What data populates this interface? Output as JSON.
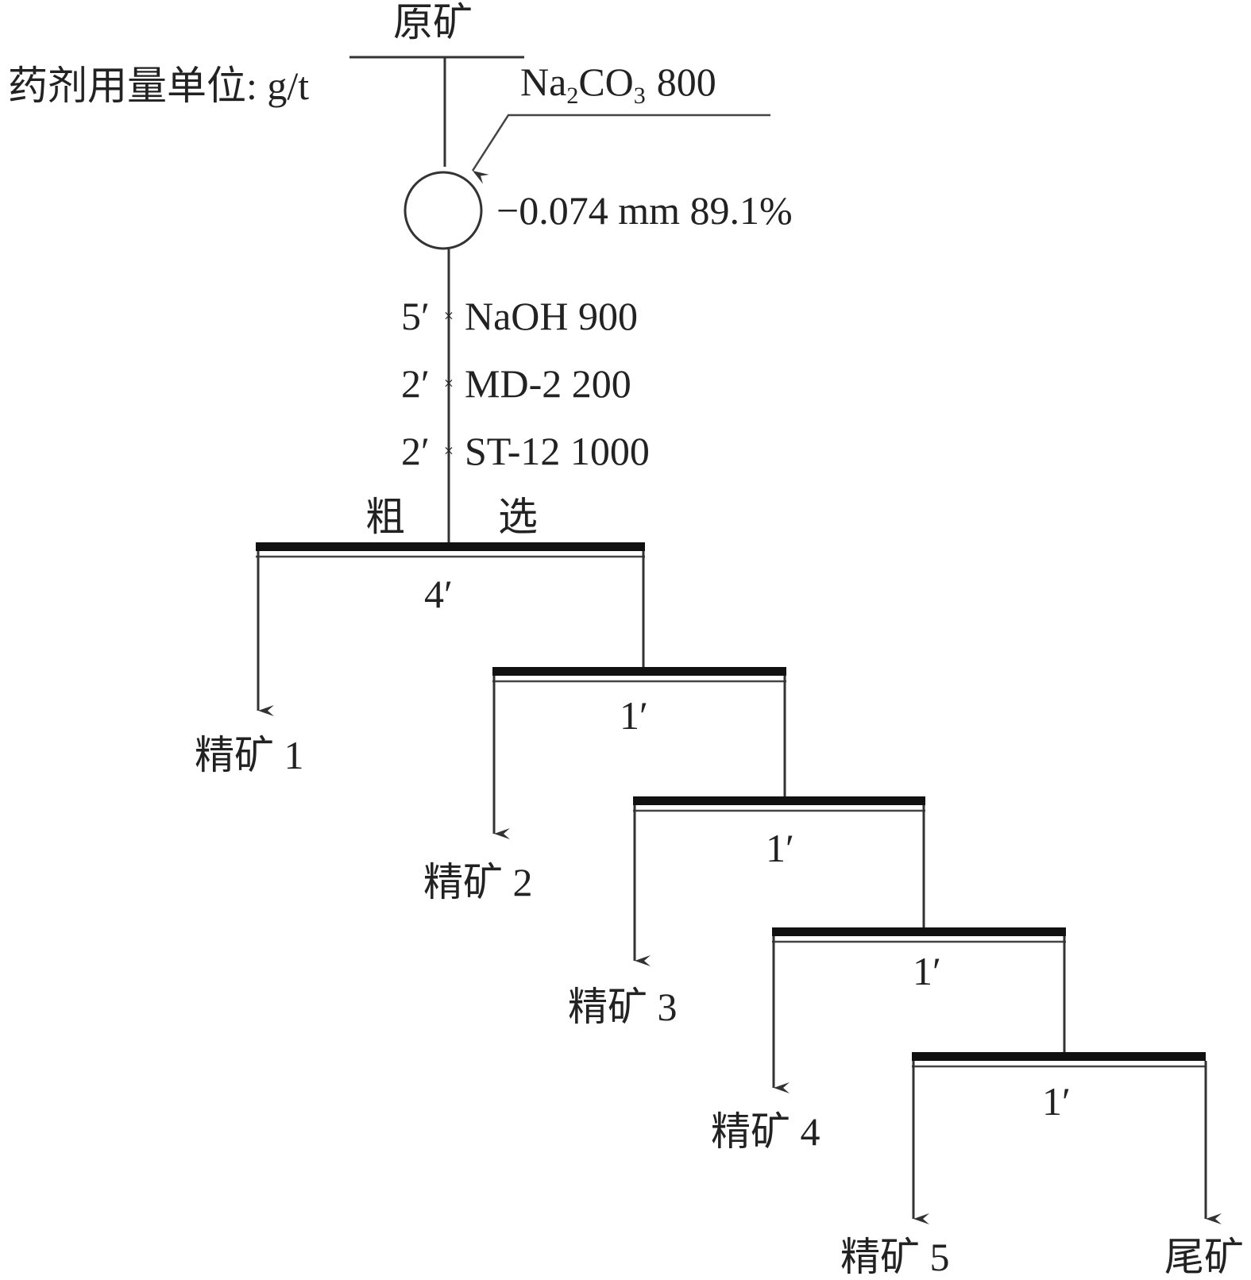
{
  "feed": {
    "label": "原矿"
  },
  "dosage_unit": {
    "label": "药剂用量单位: g/t"
  },
  "grinding": {
    "reagent": {
      "formula_na": "Na",
      "formula_sub2": "2",
      "formula_co": "CO",
      "formula_sub3": "3",
      "dose": "800"
    },
    "fineness": "−0.074 mm 89.1%"
  },
  "reagents": [
    {
      "time": "5′",
      "name": "NaOH 900"
    },
    {
      "time": "2′",
      "name": "MD-2 200"
    },
    {
      "time": "2′",
      "name": "ST-12 1000"
    }
  ],
  "rougher": {
    "label_left": "粗",
    "label_right": "选",
    "time": "4′"
  },
  "stages": [
    {
      "time": "1′"
    },
    {
      "time": "1′"
    },
    {
      "time": "1′"
    },
    {
      "time": "1′"
    }
  ],
  "products": [
    {
      "label": "精矿 1"
    },
    {
      "label": "精矿 2"
    },
    {
      "label": "精矿 3"
    },
    {
      "label": "精矿 4"
    },
    {
      "label": "精矿 5"
    },
    {
      "label": "尾矿"
    }
  ]
}
